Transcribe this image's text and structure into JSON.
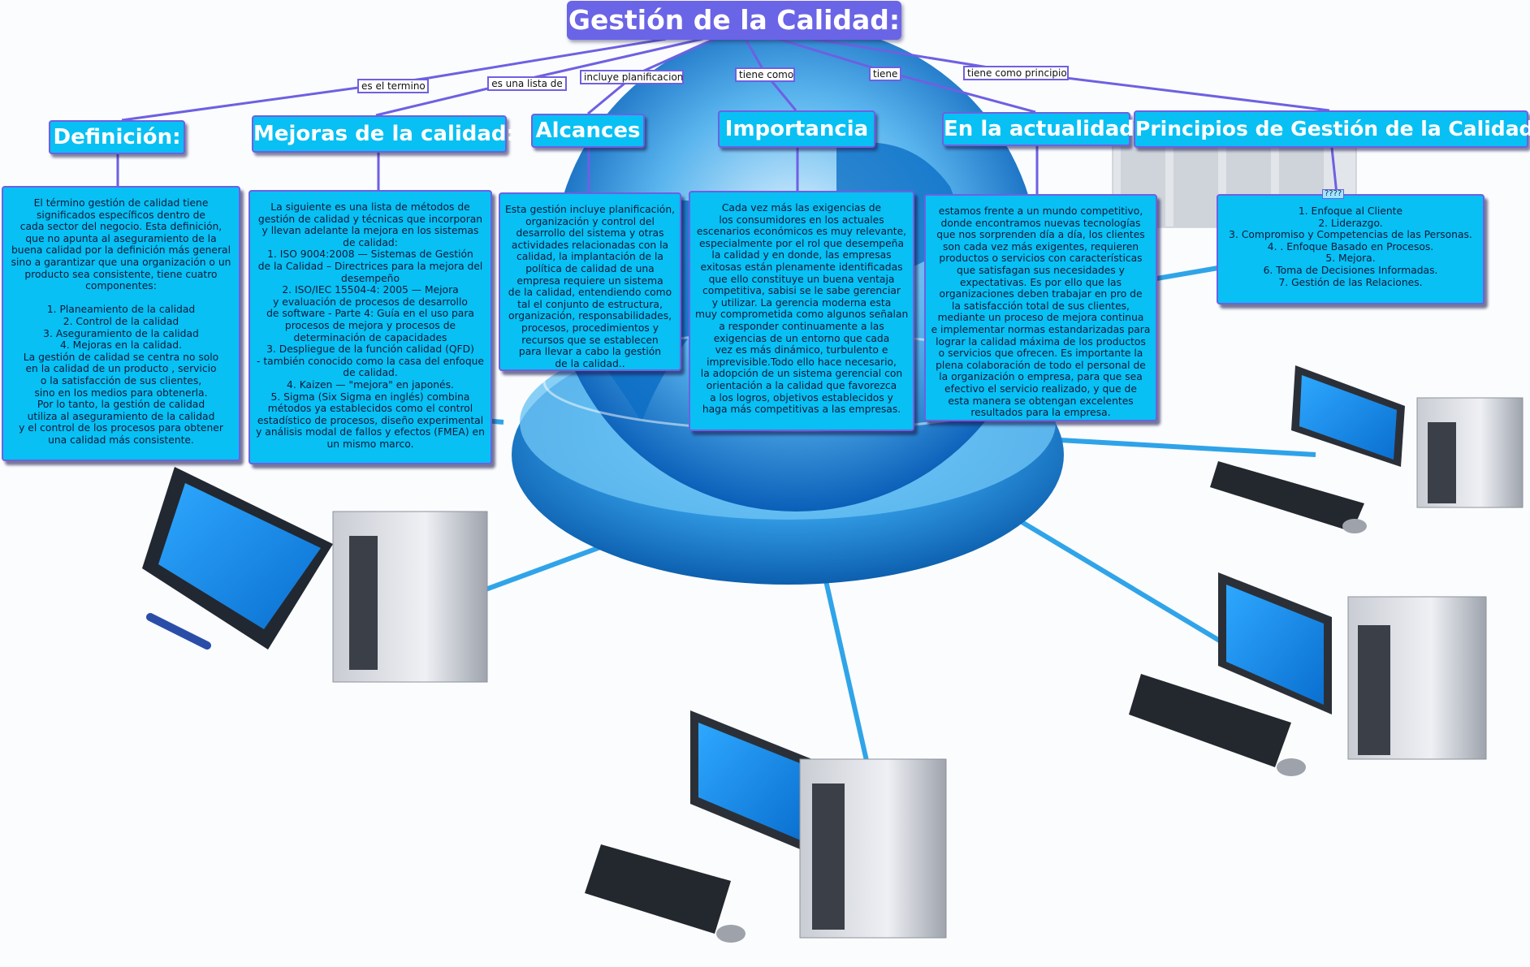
{
  "root": {
    "title": "Gestión de la Calidad:"
  },
  "topics": [
    {
      "id": "definicion",
      "title": "Definición:",
      "link_label": "es el termino",
      "body": [
        "El término gestión de calidad tiene",
        "significados específicos dentro de",
        "cada sector del negocio. Esta definición,",
        "que no apunta al aseguramiento de la",
        "buena calidad por la definición más general",
        "sino a garantizar que una organización o un",
        "producto sea consistente, tiene cuatro",
        "componentes:",
        "",
        "1.     Planeamiento de la calidad",
        "2.     Control de la calidad",
        "3.     Aseguramiento de la calidad",
        "4.     Mejoras en la calidad.",
        "La gestión de calidad se centra no solo",
        "en la calidad de un producto , servicio",
        "o la satisfacción de sus clientes,",
        "sino en los medios para obtenerla.",
        "Por lo tanto, la gestión de calidad",
        "utiliza al aseguramiento de la calidad",
        "y el control de los procesos para obtener",
        "una calidad más consistente."
      ]
    },
    {
      "id": "mejoras",
      "title": "Mejoras de la calidad:",
      "link_label": "es una lista de",
      "body": [
        "La siguiente es una lista de métodos de",
        "gestión de calidad y técnicas que incorporan",
        "y llevan adelante la mejora en los sistemas",
        "de calidad:",
        "1.     ISO 9004:2008 — Sistemas de Gestión",
        "de la Calidad – Directrices para la mejora del",
        "desempeño",
        "2.     ISO/IEC 15504-4: 2005 — Mejora",
        "y evaluación de procesos de desarrollo",
        "de software - Parte 4: Guía en el uso para",
        "procesos de mejora y procesos de",
        "determinación de capacidades",
        "3.     Despliegue de la función calidad (QFD)",
        "- también conocido como la casa del enfoque",
        "de calidad.",
        "4.     Kaizen —  \"mejora\" en japonés.",
        "5.     Sigma (Six Sigma en inglés) combina",
        "métodos ya establecidos como el control",
        "estadístico de procesos, diseño experimental",
        "y análisis modal de fallos y efectos (FMEA) en",
        "un mismo marco."
      ]
    },
    {
      "id": "alcances",
      "title": "Alcances",
      "link_label": "incluye planificacion",
      "body": [
        "Esta gestión incluye planificación,",
        "organización y control del",
        "desarrollo del sistema y otras",
        "actividades relacionadas con la",
        "calidad, la implantación de la",
        "política de calidad de una",
        "empresa requiere un sistema",
        "de la calidad, entendiendo como",
        "tal el conjunto de estructura,",
        "organización, responsabilidades,",
        "procesos, procedimientos y",
        "recursos que se establecen",
        "para llevar a cabo la gestión",
        "de la calidad.."
      ]
    },
    {
      "id": "importancia",
      "title": "Importancia",
      "link_label": "tiene como",
      "body": [
        "Cada vez más las exigencias de",
        "los consumidores en los actuales",
        "escenarios económicos es muy relevante,",
        "especialmente por el rol que desempeña",
        "la calidad y en donde, las empresas",
        "exitosas están plenamente identificadas",
        "que ello constituye un buena ventaja",
        "competitiva, sabisi se le sabe gerenciar",
        "y utilizar. La gerencia moderna esta",
        "muy comprometida como algunos señalan",
        "a responder continuamente a las",
        "exigencias de un entorno que cada",
        "vez es más dinámico, turbulento e",
        "imprevisible.Todo ello hace necesario,",
        "la adopción de un sistema gerencial con",
        "orientación a la calidad que favorezca",
        "a los logros, objetivos establecidos y",
        "haga más competitivas a las empresas."
      ]
    },
    {
      "id": "actualidad",
      "title": "En la actualidad",
      "link_label": "tiene",
      "body": [
        "estamos frente a un mundo competitivo,",
        "donde encontramos nuevas tecnologías",
        "que nos sorprenden día a día, los clientes",
        "son cada vez más exigentes, requieren",
        "productos o servicios con características",
        "que satisfagan sus necesidades y",
        "expectativas. Es por ello que las",
        "organizaciones deben trabajar en pro de",
        "la satisfacción total de sus clientes,",
        "mediante un proceso de mejora continua",
        "e implementar normas estandarizadas para",
        "lograr la calidad máxima de los productos",
        "o servicios que ofrecen. Es importante la",
        "plena colaboración de todo el personal de",
        "la organización o empresa, para que sea",
        "efectivo el servicio realizado, y que de",
        "esta manera se obtengan excelentes",
        "resultados para la empresa."
      ]
    },
    {
      "id": "principios",
      "title": "Principios de Gestión de la Calidad",
      "link_label": "tiene como principio",
      "sub_label": "????",
      "body": [
        "1.     Enfoque al Cliente",
        "2.     Liderazgo.",
        "3.     Compromiso y Competencias de las Personas.",
        "4.     . Enfoque Basado en Procesos.",
        "5.     Mejora.",
        "6.     Toma de Decisiones Informadas.",
        "7.     Gestión de las Relaciones."
      ]
    }
  ],
  "colors": {
    "root": "#6a64e6",
    "topic": "#08c0f3",
    "border": "#6e60e2",
    "link": "#6e60e2",
    "background_blue": "#0b86d8"
  },
  "background_image": {
    "description_icon": "network-globe-computers"
  }
}
